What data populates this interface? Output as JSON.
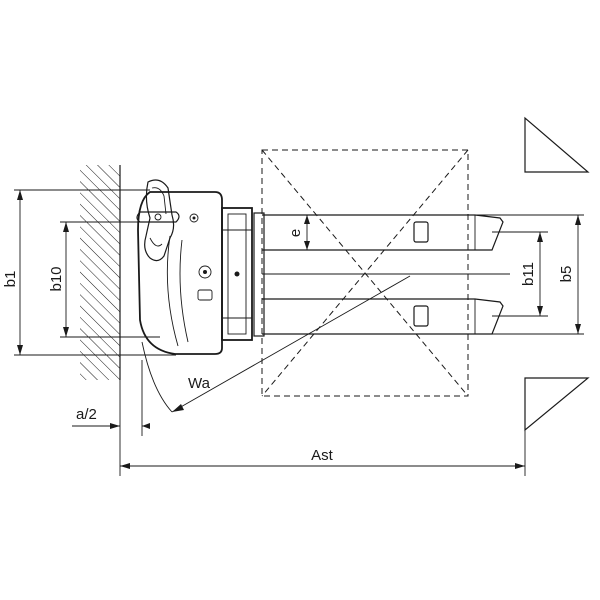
{
  "labels": {
    "b1": "b1",
    "b10": "b10",
    "a2": "a/2",
    "wa": "Wa",
    "ast": "Ast",
    "e": "e",
    "b11": "b11",
    "b5": "b5"
  }
}
